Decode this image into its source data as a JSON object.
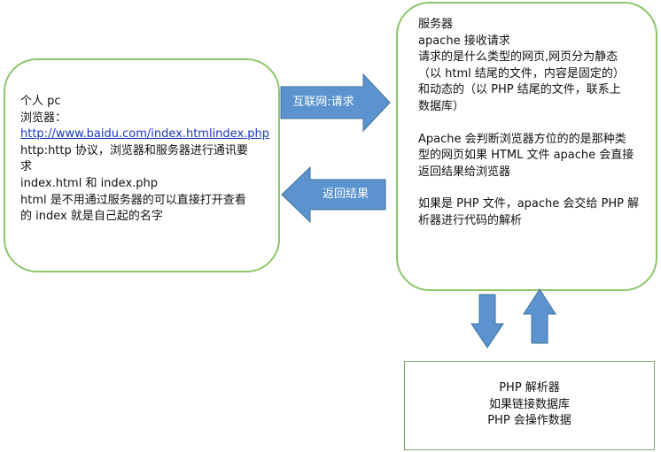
{
  "pc_box": {
    "lines": [
      "个人 pc",
      "浏览器：",
      "http://www.baidu.com/index.htmlindex.php",
      "http:http 协议，浏览器和服务器进行通讯要",
      "求",
      "index.html 和 index.php",
      "html 是不用通过服务器的可以直接打开查看",
      "的  index 就是自己起的名字"
    ]
  },
  "server_box": {
    "lines": [
      "服务器",
      "apache 接收请求",
      "请求的是什么类型的网页,网页分为静态",
      "（以 html 结尾的文件，内容是固定的）",
      "和动态的（以 PHP 结尾的文件，联系上",
      "数据库）",
      "",
      "Apache 会判断浏览器方位的的是那种类",
      "型的网页如果 HTML 文件 apache 会直接",
      "返回结果给浏览器",
      "",
      "如果是 PHP 文件，apache 会交给 PHP 解",
      "析器进行代码的解析"
    ]
  },
  "php_box": {
    "lines": [
      "PHP 解析器",
      "如果链接数据库",
      "PHP 会操作数据"
    ]
  },
  "arrows": {
    "request_label": "互联网:请求",
    "return_label": "返回结果"
  },
  "colors": {
    "box_border": "#8cc66a",
    "arrow_fill": "#5b93cf",
    "arrow_stroke": "#41719c",
    "link": "#1a37b8"
  }
}
